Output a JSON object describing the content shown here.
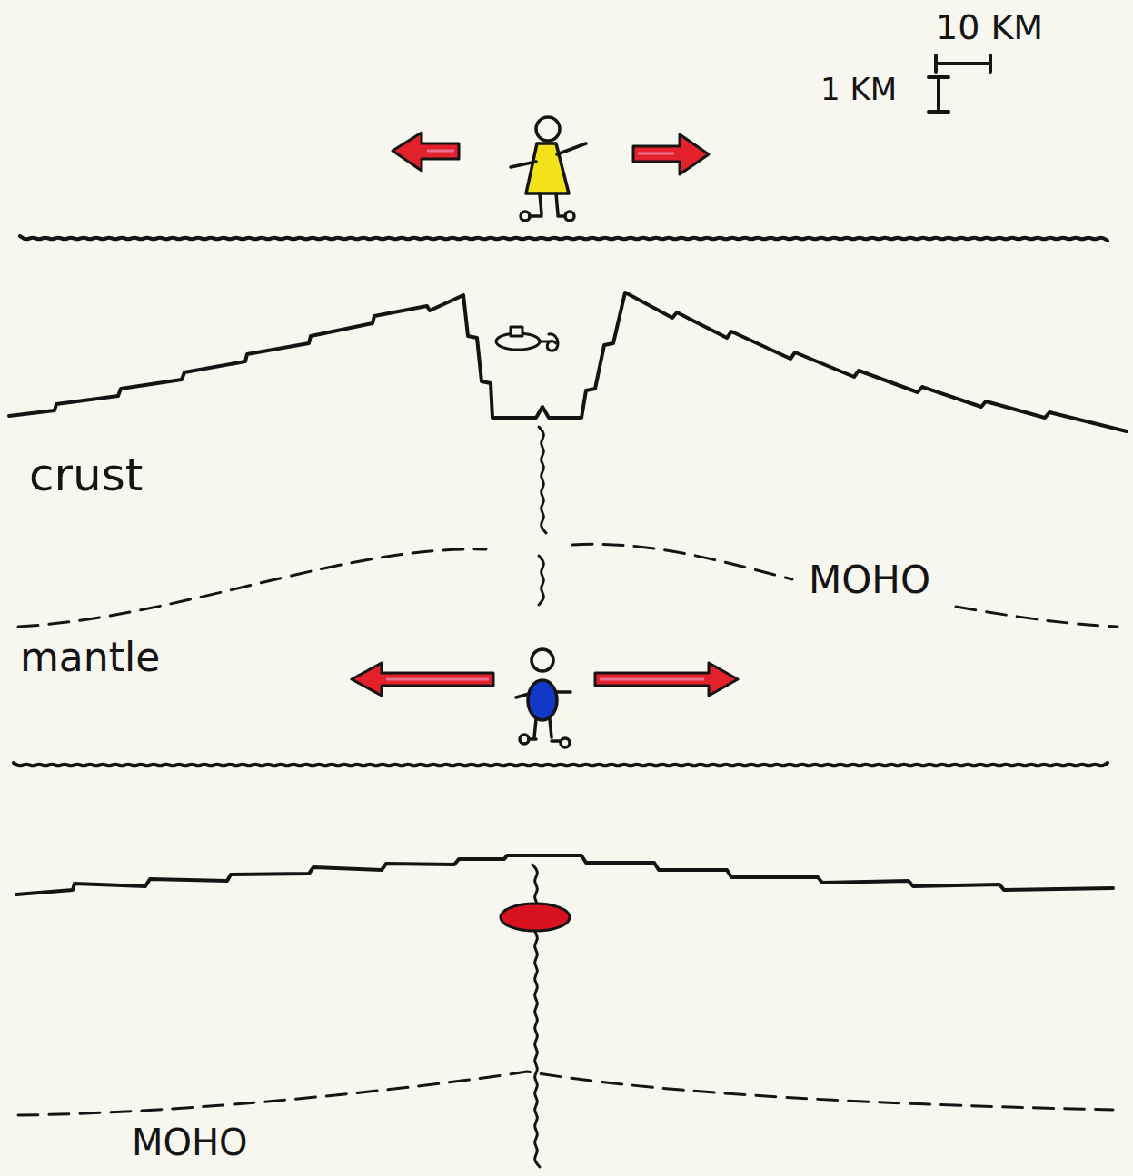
{
  "diagram": {
    "labels": [
      "10 KM",
      "1 KM",
      "crust",
      "MOHO",
      "mantle",
      "MOHO"
    ]
  }
}
